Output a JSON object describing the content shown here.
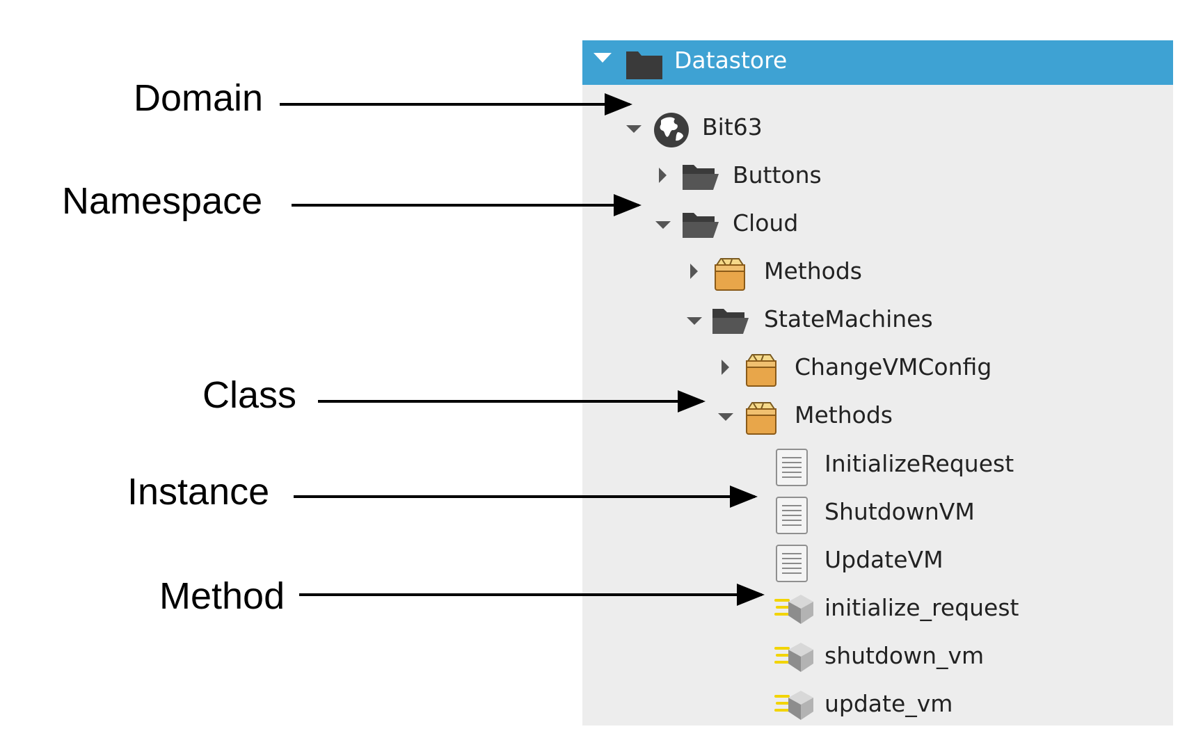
{
  "annotations": [
    {
      "id": "domain",
      "label": "Domain"
    },
    {
      "id": "namespace",
      "label": "Namespace"
    },
    {
      "id": "class",
      "label": "Class"
    },
    {
      "id": "instance",
      "label": "Instance"
    },
    {
      "id": "method",
      "label": "Method"
    }
  ],
  "tree": {
    "header": {
      "label": "Datastore",
      "icon": "folder-icon",
      "expanded": true,
      "background": "#3ea2d3"
    },
    "nodes": [
      {
        "label": "Bit63",
        "kind": "domain",
        "icon": "globe-icon",
        "expanded": true
      },
      {
        "label": "Buttons",
        "kind": "namespace",
        "icon": "open-folder-icon",
        "expanded": false
      },
      {
        "label": "Cloud",
        "kind": "namespace",
        "icon": "open-folder-icon",
        "expanded": true
      },
      {
        "label": "Methods",
        "kind": "class",
        "icon": "class-box-icon",
        "expanded": false
      },
      {
        "label": "StateMachines",
        "kind": "namespace",
        "icon": "open-folder-icon",
        "expanded": true
      },
      {
        "label": "ChangeVMConfig",
        "kind": "class",
        "icon": "class-box-icon",
        "expanded": false
      },
      {
        "label": "Methods",
        "kind": "class",
        "icon": "class-box-icon",
        "expanded": true
      },
      {
        "label": "InitializeRequest",
        "kind": "instance",
        "icon": "instance-doc-icon"
      },
      {
        "label": "ShutdownVM",
        "kind": "instance",
        "icon": "instance-doc-icon"
      },
      {
        "label": "UpdateVM",
        "kind": "instance",
        "icon": "instance-doc-icon"
      },
      {
        "label": "initialize_request",
        "kind": "method",
        "icon": "method-cube-icon"
      },
      {
        "label": "shutdown_vm",
        "kind": "method",
        "icon": "method-cube-icon"
      },
      {
        "label": "update_vm",
        "kind": "method",
        "icon": "method-cube-icon"
      }
    ]
  }
}
